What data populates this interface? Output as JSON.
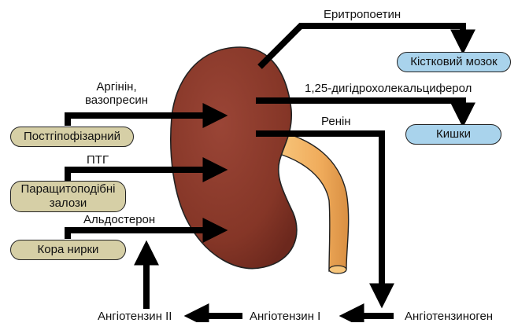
{
  "colors": {
    "kidney": "#8a3a2e",
    "kidney_shade": "#6f2a21",
    "ureter": "#f0b063",
    "source_box": "#d6cfa6",
    "target_box": "#a9d3ec",
    "arrow": "#000000"
  },
  "sources": {
    "posterior_pituitary": "Постгіпофізарний",
    "parathyroid": "Паращитоподібні залози",
    "adrenal_cortex": "Кора нирки"
  },
  "targets": {
    "bone_marrow": "Кістковий мозок",
    "intestine": "Кишки"
  },
  "hormones": {
    "erythropoietin": "Еритропоетин",
    "arginine_vasopressin": "Аргінін,\nвазопресин",
    "calcitriol": "1,25-дигідрохолекальциферол",
    "renin": "Ренін",
    "pth": "ПТГ",
    "aldosterone": "Альдостерон"
  },
  "cascade": {
    "angiotensinogen": "Ангіотензиноген",
    "angiotensin_1": "Ангіотензин I",
    "angiotensin_2": "Ангіотензин II"
  }
}
